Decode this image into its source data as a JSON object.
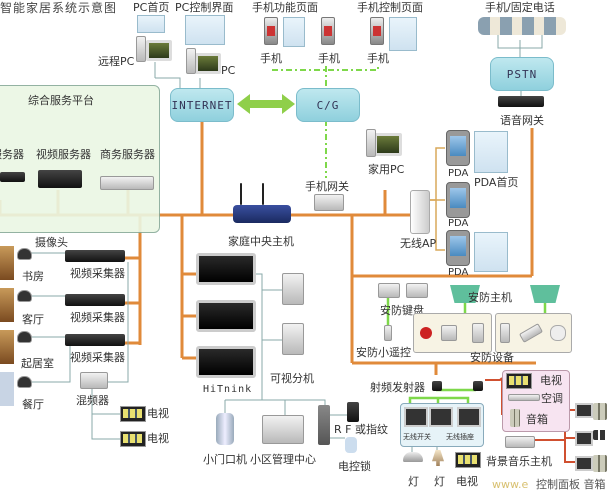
{
  "title": "智能家居系统示意图",
  "top": {
    "pc_home": "PC首页",
    "pc_control": "PC控制界面",
    "remote_pc": "远程PC",
    "pc": "PC",
    "phone_func_page": "手机功能页面",
    "phone_control_page": "手机控制页面",
    "phone": "手机",
    "phone_fixed": "手机/固定电话"
  },
  "network": {
    "internet": "INTERNET",
    "cg": "C/G",
    "pstn": "PSTN",
    "voice_gateway": "语音网关",
    "mobile_gateway": "手机网关"
  },
  "platform": {
    "title": "综合服务平台",
    "servers": [
      "服务器",
      "视频服务器",
      "商务服务器"
    ]
  },
  "home": {
    "central_host": "家庭中央主机",
    "home_pc": "家用PC",
    "wireless_ap": "无线AP",
    "pda": "PDA",
    "pda_home": "PDA首页"
  },
  "video": {
    "camera": "摄像头",
    "rooms": [
      "书房",
      "客厅",
      "起居室",
      "餐厅"
    ],
    "collector": "视频采集器",
    "mixer": "混频器",
    "tv": "电视"
  },
  "intercom": {
    "brand": "HiTnink",
    "extension": "可视分机",
    "door_unit": "小门口机",
    "mgmt_center": "小区管理中心",
    "rf_fingerprint": "R F 或指纹",
    "electric_lock": "电控锁"
  },
  "security": {
    "keypad": "安防键盘",
    "host": "安防主机",
    "remote": "安防小遥控",
    "devices": "安防设备"
  },
  "rf": {
    "transmitter": "射频发射器",
    "wireless_switch": "无线开关",
    "wireless_socket": "无线插座",
    "lamp": "灯",
    "tv": "电视"
  },
  "appliances": {
    "tv": "电视",
    "ac": "空调",
    "speaker": "音箱",
    "bg_music_host": "背景音乐主机",
    "panel_footer": "控制面板 音箱"
  },
  "watermark": "www.e"
}
